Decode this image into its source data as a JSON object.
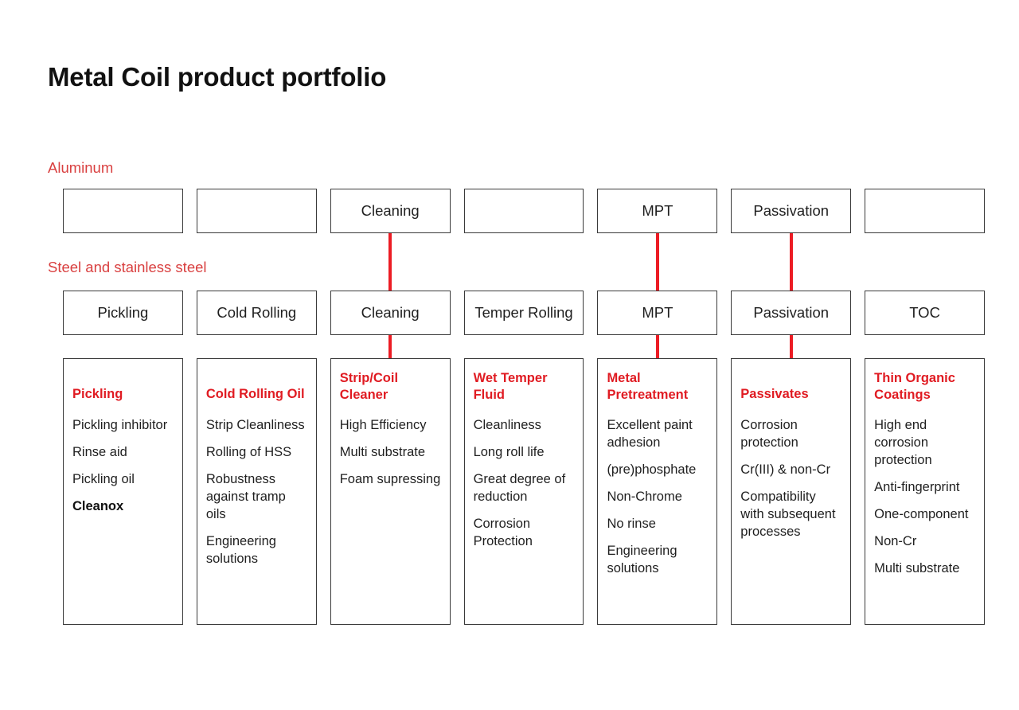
{
  "page": {
    "title": "Metal Coil product portfolio",
    "accent_red": "#ec1c24",
    "label_red": "#d94040",
    "heading_red": "#e01b22",
    "box_border": "#3a3a3a"
  },
  "sections": {
    "aluminum_label": "Aluminum",
    "steel_label": "Steel and stainless steel"
  },
  "rows": {
    "aluminum": [
      {
        "label": "",
        "empty": true
      },
      {
        "label": "",
        "empty": true
      },
      {
        "label": "Cleaning",
        "empty": false
      },
      {
        "label": "",
        "empty": true
      },
      {
        "label": "MPT",
        "empty": false
      },
      {
        "label": "Passivation",
        "empty": false
      },
      {
        "label": "",
        "empty": true
      }
    ],
    "steel": [
      {
        "label": "Pickling",
        "empty": false
      },
      {
        "label": "Cold Rolling",
        "empty": false
      },
      {
        "label": "Cleaning",
        "empty": false
      },
      {
        "label": "Temper Rolling",
        "empty": false
      },
      {
        "label": "MPT",
        "empty": false
      },
      {
        "label": "Passivation",
        "empty": false
      },
      {
        "label": "TOC",
        "empty": false
      }
    ]
  },
  "connectors": [
    {
      "column": 2,
      "from": "aluminum-box",
      "to": "card"
    },
    {
      "column": 4,
      "from": "aluminum-box",
      "to": "card"
    },
    {
      "column": 5,
      "from": "aluminum-box",
      "to": "card"
    }
  ],
  "cards": [
    {
      "heading": "Pickling",
      "heading_lines": 1,
      "items": [
        {
          "text": "Pickling inhibitor",
          "strong": false
        },
        {
          "text": "Rinse aid",
          "strong": false
        },
        {
          "text": "Pickling oil",
          "strong": false
        },
        {
          "text": "Cleanox",
          "strong": true
        }
      ]
    },
    {
      "heading": "Cold Rolling Oil",
      "heading_lines": 1,
      "items": [
        {
          "text": "Strip Cleanliness",
          "strong": false
        },
        {
          "text": "Rolling of HSS",
          "strong": false
        },
        {
          "text": "Robustness against tramp oils",
          "strong": false
        },
        {
          "text": "Engineering solutions",
          "strong": false
        }
      ]
    },
    {
      "heading": "Strip/Coil Cleaner",
      "heading_lines": 2,
      "items": [
        {
          "text": "High Efficiency",
          "strong": false
        },
        {
          "text": "Multi substrate",
          "strong": false
        },
        {
          "text": "Foam supressing",
          "strong": false
        }
      ]
    },
    {
      "heading": "Wet Temper Fluid",
      "heading_lines": 2,
      "items": [
        {
          "text": "Cleanliness",
          "strong": false
        },
        {
          "text": "Long roll life",
          "strong": false
        },
        {
          "text": "Great degree of reduction",
          "strong": false
        },
        {
          "text": "Corrosion Protection",
          "strong": false
        }
      ]
    },
    {
      "heading": "Metal Pretreatment",
      "heading_lines": 2,
      "items": [
        {
          "text": "Excellent paint adhesion",
          "strong": false
        },
        {
          "text": "(pre)phosphate",
          "strong": false
        },
        {
          "text": "Non-Chrome",
          "strong": false
        },
        {
          "text": "No rinse",
          "strong": false
        },
        {
          "text": "Engineering solutions",
          "strong": false
        }
      ]
    },
    {
      "heading": "Passivates",
      "heading_lines": 1,
      "items": [
        {
          "text": "Corrosion protection",
          "strong": false
        },
        {
          "text": "Cr(III) & non-Cr",
          "strong": false
        },
        {
          "text": "Compatibility with subsequent processes",
          "strong": false
        }
      ]
    },
    {
      "heading": "Thin Organic Coatings",
      "heading_lines": 2,
      "items": [
        {
          "text": "High end corrosion protection",
          "strong": false
        },
        {
          "text": "Anti-fingerprint",
          "strong": false
        },
        {
          "text": "One-component",
          "strong": false
        },
        {
          "text": "Non-Cr",
          "strong": false
        },
        {
          "text": "Multi substrate",
          "strong": false
        }
      ]
    }
  ]
}
